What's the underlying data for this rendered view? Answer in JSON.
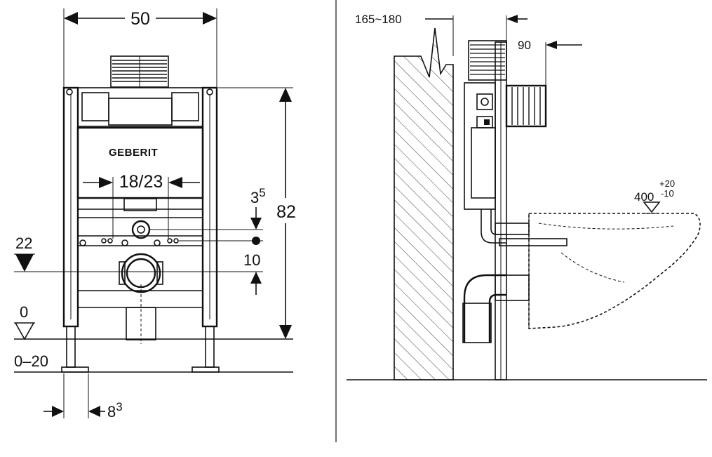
{
  "front_view": {
    "width_dim": "50",
    "height_dim": "82",
    "brand": "GEBERIT",
    "spacing_dim": "18/23",
    "offset_dim_base": "3",
    "offset_dim_sup": "5",
    "gap_dim": "10",
    "outlet_height": "22",
    "floor_level": "0",
    "floor_range": "0–20",
    "foot_dim_base": "8",
    "foot_dim_sup": "3"
  },
  "side_view": {
    "wall_range": "165~180",
    "depth_dim": "90",
    "seat_height_base": "400",
    "seat_tol_plus": "+20",
    "seat_tol_minus": "-10"
  }
}
